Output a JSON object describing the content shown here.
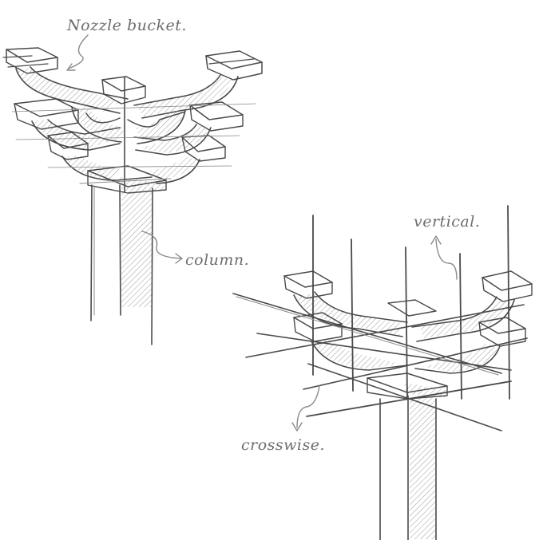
{
  "labels": {
    "nozzle_bucket": "Nozzle bucket.",
    "column": "column.",
    "vertical": "vertical.",
    "crosswise": "crosswise."
  },
  "colors": {
    "paper": "#ffffff",
    "pencil": "#4a4a4a",
    "label": "#6d6d6d"
  }
}
